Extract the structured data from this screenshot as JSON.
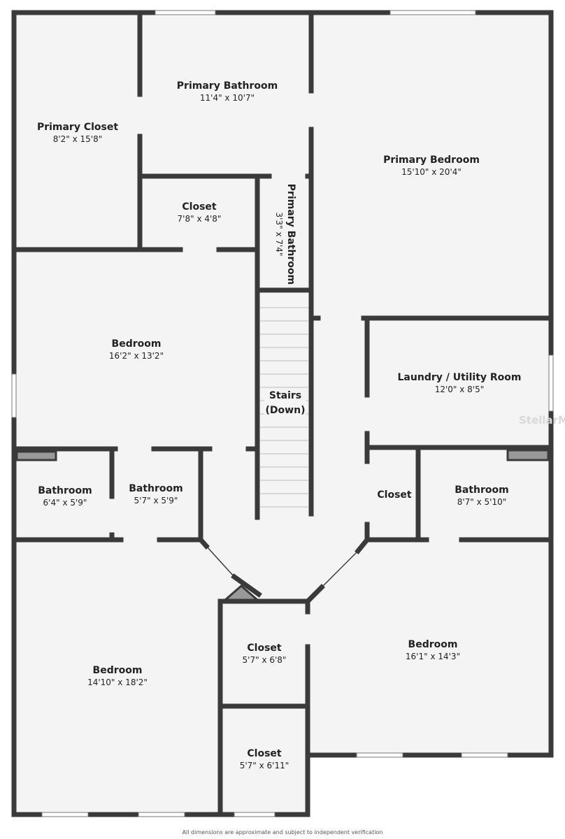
{
  "colors": {
    "wall": "#3a3a3a",
    "floor": "#f4f4f4",
    "window": "#ffffff"
  },
  "rooms": [
    {
      "name": "Primary Closet",
      "dims": "8'2\" x 15'8\""
    },
    {
      "name": "Primary Bathroom",
      "dims": "11'4\" x 10'7\""
    },
    {
      "name": "Primary Bedroom",
      "dims": "15'10\" x 20'4\""
    },
    {
      "name": "Closet",
      "dims": "7'8\" x 4'8\""
    },
    {
      "name": "Primary Bathroom",
      "dims": "3'3\" x 7'4\""
    },
    {
      "name": "Bedroom",
      "dims": "16'2\" x 13'2\""
    },
    {
      "name": "Stairs (Down)",
      "dims": ""
    },
    {
      "name": "Laundry / Utility Room",
      "dims": "12'0\" x 8'5\""
    },
    {
      "name": "Bathroom",
      "dims": "6'4\" x 5'9\""
    },
    {
      "name": "Bathroom",
      "dims": "5'7\" x 5'9\""
    },
    {
      "name": "Closet",
      "dims": ""
    },
    {
      "name": "Bathroom",
      "dims": "8'7\" x 5'10\""
    },
    {
      "name": "Bedroom",
      "dims": "14'10\" x 18'2\""
    },
    {
      "name": "Closet",
      "dims": "5'7\" x 6'8\""
    },
    {
      "name": "Bedroom",
      "dims": "16'1\" x 14'3\""
    },
    {
      "name": "Closet",
      "dims": "5'7\" x 6'11\""
    }
  ],
  "watermark": "StellarMLS",
  "disclaimer": "All dimensions are approximate and subject to independent verification"
}
